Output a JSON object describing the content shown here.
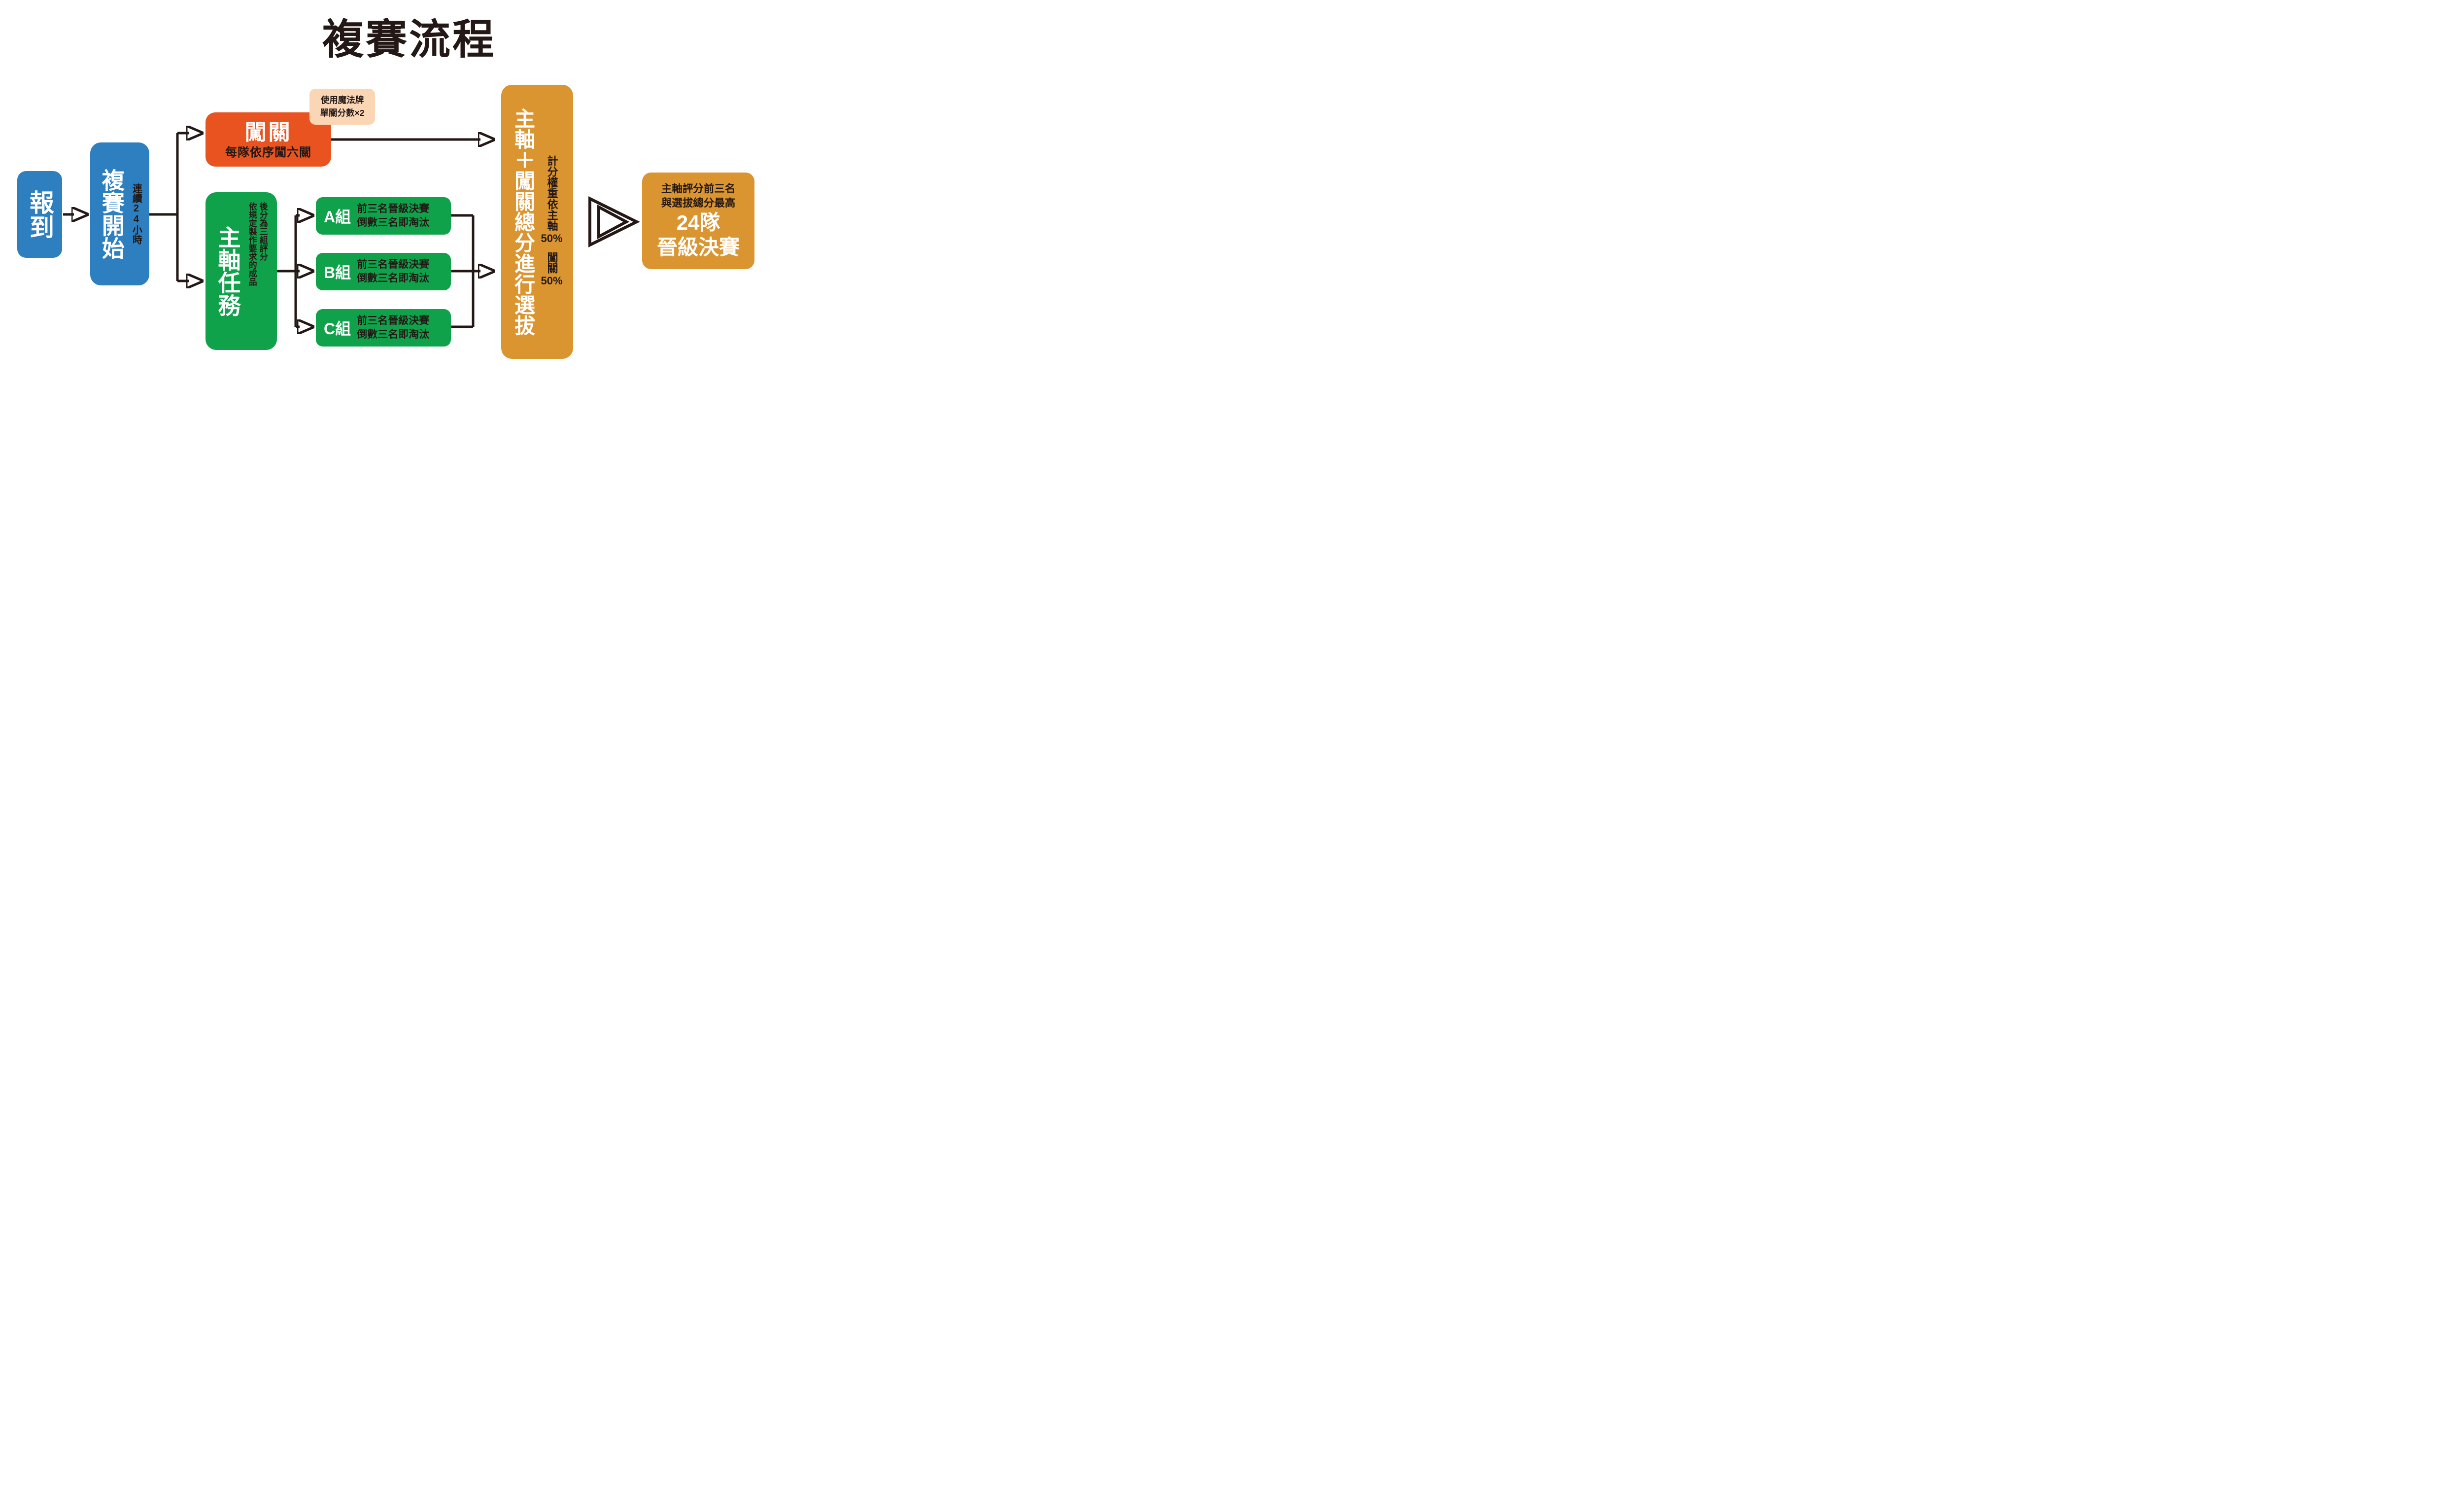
{
  "title": "複賽流程",
  "palette": {
    "blue": "#2D7FC0",
    "orange": "#E8531F",
    "peach": "#FAD6B4",
    "green": "#0FA24B",
    "gold": "#DB9530",
    "ink": "#231815"
  },
  "flow": {
    "checkin": {
      "label": "報到"
    },
    "start": {
      "label": "複賽開始",
      "note": "連續24小時"
    },
    "challenge": {
      "label": "闖關",
      "sub": "每隊依序闖六關"
    },
    "callout": {
      "line1": "使用魔法牌",
      "line2": "單關分數×2"
    },
    "main_task": {
      "label": "主軸任務",
      "note_col_right": "後分為三組評分",
      "note_col_left": "依規定製作要求的成品"
    },
    "groups": [
      {
        "name": "A組",
        "line1": "前三名晉級決賽",
        "line2": "倒數三名即淘汰"
      },
      {
        "name": "B組",
        "line1": "前三名晉級決賽",
        "line2": "倒數三名即淘汰"
      },
      {
        "name": "C組",
        "line1": "前三名晉級決賽",
        "line2": "倒數三名即淘汰"
      }
    ],
    "selection": {
      "label": "主軸＋闖關總分進行選拔",
      "note_part1": "計分權重依主軸",
      "note_pct1": "50%",
      "note_part2": "闖關",
      "note_pct2": "50%"
    },
    "result": {
      "line1": "主軸評分前三名",
      "line2": "與選拔總分最高",
      "line3": "24隊",
      "line4": "晉級決賽"
    }
  }
}
